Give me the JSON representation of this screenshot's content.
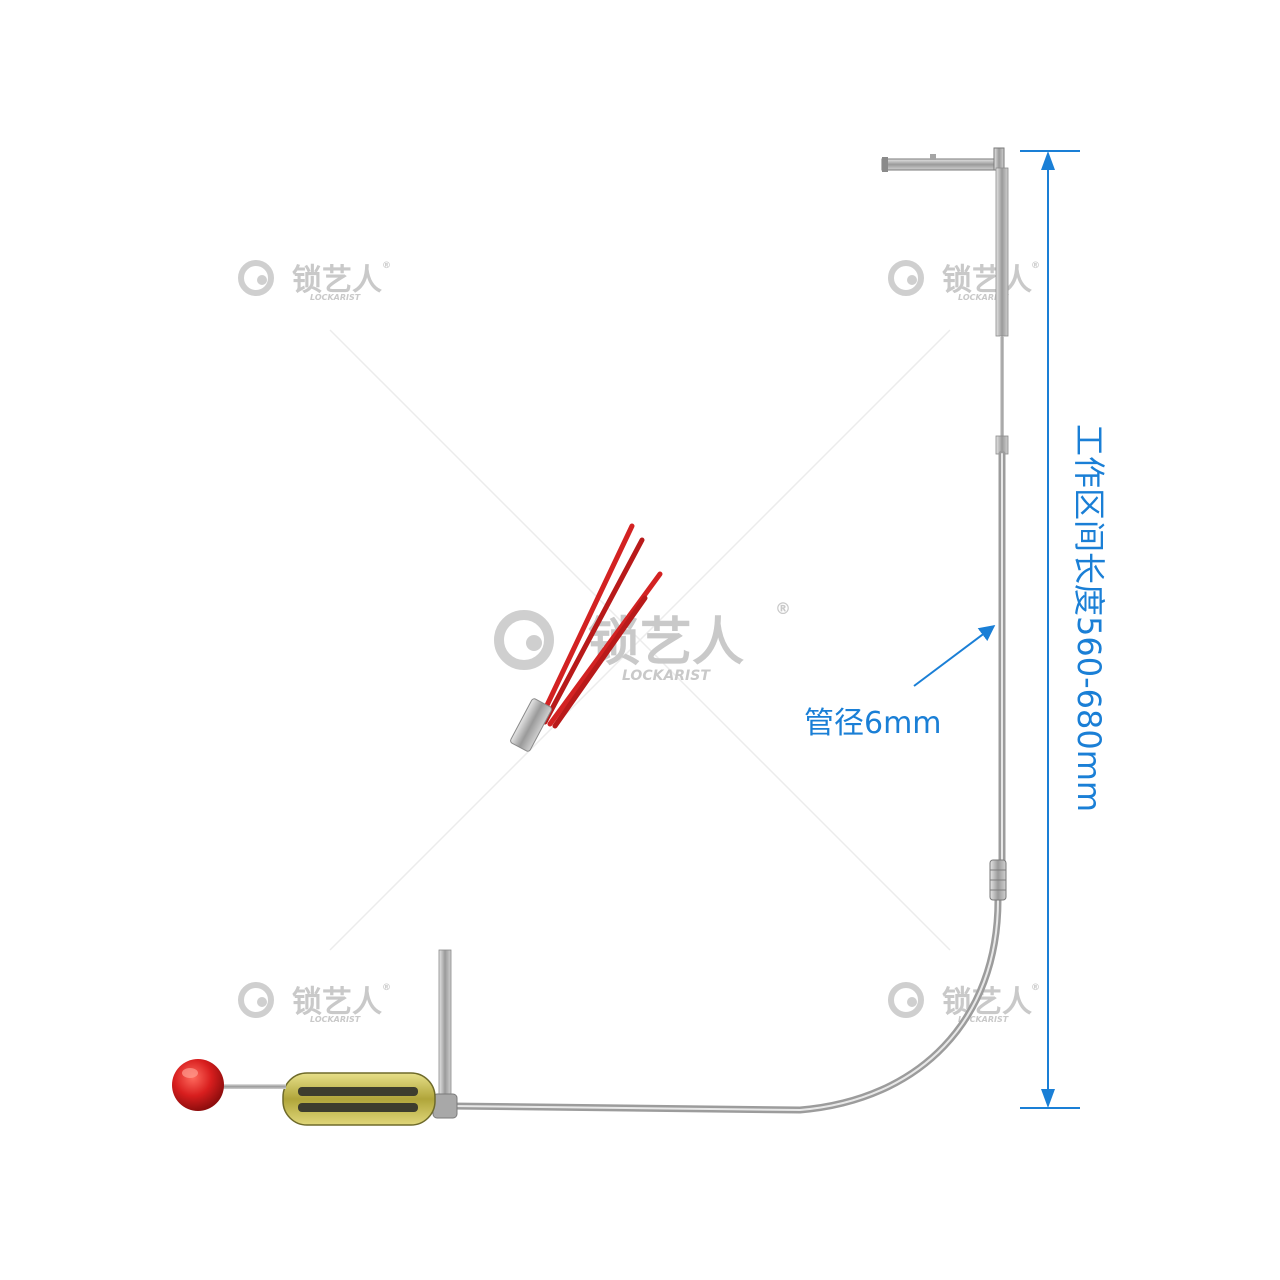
{
  "annotations": {
    "tube_diameter": "管径6mm",
    "working_length": "工作区间长度560-680mm"
  },
  "watermark": {
    "brand": "锁艺人",
    "sub": "LOCKARIST",
    "registered": "®"
  },
  "colors": {
    "dimension_line": "#1a7fd6",
    "steel": "#b8b8b8",
    "ball": "#d81e1e",
    "wire": "#d32222",
    "handle": "#c9c24a",
    "watermark": "#c9c9c9"
  }
}
